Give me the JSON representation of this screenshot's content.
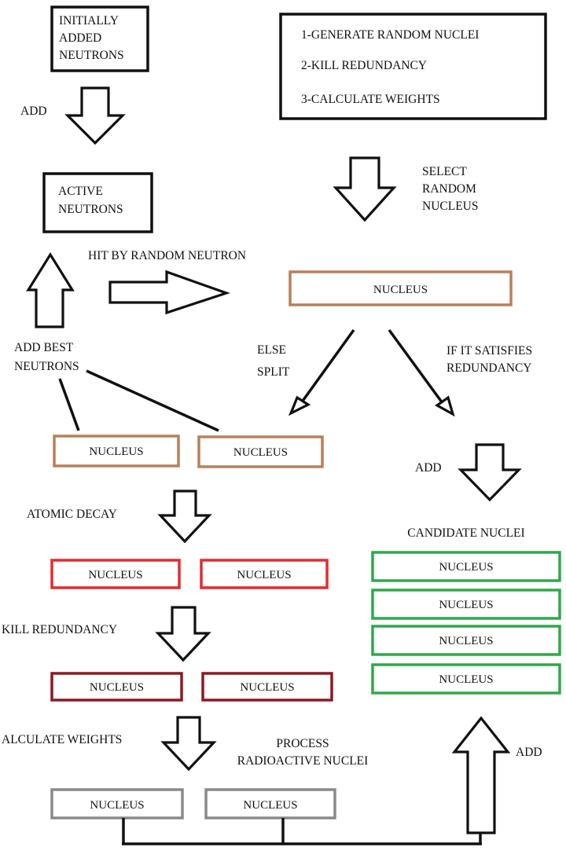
{
  "colors": {
    "black_box": "#111111",
    "brown_box": "#b8805a",
    "red_box": "#e32b30",
    "dark_red_box": "#8b1a22",
    "gray_box": "#8a8a8a",
    "green_box": "#2fa84a"
  },
  "init_box": {
    "line1": "INITIALLY",
    "line2": "ADDED",
    "line3": "NEUTRONS"
  },
  "steps_box": {
    "step1": "1-GENERATE RANDOM NUCLEI",
    "step2": "2-KILL REDUNDANCY",
    "step3": "3-CALCULATE WEIGHTS"
  },
  "labels": {
    "add_top": "ADD",
    "select_1": "SELECT",
    "select_2": "RANDOM",
    "select_3": "NUCLEUS",
    "hit": "HIT BY RANDOM NEUTRON",
    "else": "ELSE",
    "split": "SPLIT",
    "satisfies_1": "IF IT SATISFIES",
    "satisfies_2": "REDUNDANCY",
    "add_best_1": "ADD BEST",
    "add_best_2": "NEUTRONS",
    "add_candidate": "ADD",
    "candidate_title": "CANDIDATE NUCLEI",
    "atomic_decay": "ATOMIC DECAY",
    "kill_redundancy": "KILL  REDUNDANCY",
    "calculate_weights": "ALCULATE WEIGHTS",
    "process_1": "PROCESS",
    "process_2": "RADIOACTIVE NUCLEI",
    "add_bottom": "ADD"
  },
  "active_box": {
    "line1": "ACTIVE",
    "line2": "NEUTRONS"
  },
  "nucleus_label": "NUCLEUS"
}
